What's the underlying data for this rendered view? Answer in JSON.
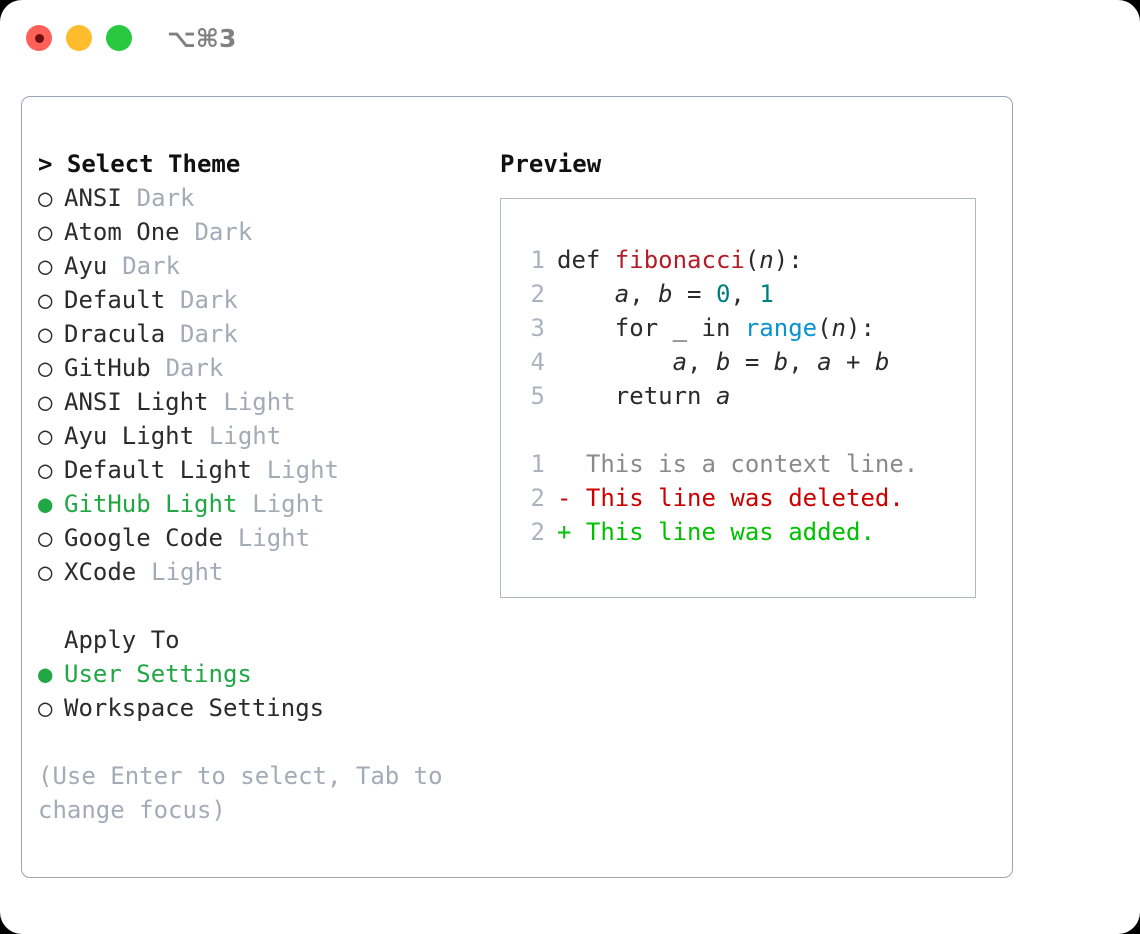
{
  "window": {
    "shortcut": "⌥⌘3",
    "traffic_lights": [
      {
        "name": "close",
        "color": "#ff6058"
      },
      {
        "name": "minimize",
        "color": "#ffbd2e"
      },
      {
        "name": "maximize",
        "color": "#28c840"
      }
    ]
  },
  "theme_picker": {
    "header": "> Select Theme",
    "caret": ">",
    "header_label": "Select Theme",
    "bullet_selected": "●",
    "bullet_unselected": "○",
    "accent_color": "#22a745",
    "muted_color": "#a3abb6",
    "options": [
      {
        "label": "ANSI",
        "kind": "Dark",
        "selected": false
      },
      {
        "label": "Atom One",
        "kind": "Dark",
        "selected": false
      },
      {
        "label": "Ayu",
        "kind": "Dark",
        "selected": false
      },
      {
        "label": "Default",
        "kind": "Dark",
        "selected": false
      },
      {
        "label": "Dracula",
        "kind": "Dark",
        "selected": false
      },
      {
        "label": "GitHub",
        "kind": "Dark",
        "selected": false
      },
      {
        "label": "ANSI Light",
        "kind": "Light",
        "selected": false
      },
      {
        "label": "Ayu Light",
        "kind": "Light",
        "selected": false
      },
      {
        "label": "Default Light",
        "kind": "Light",
        "selected": false
      },
      {
        "label": "GitHub Light",
        "kind": "Light",
        "selected": true
      },
      {
        "label": "Google Code",
        "kind": "Light",
        "selected": false
      },
      {
        "label": "XCode",
        "kind": "Light",
        "selected": false
      }
    ]
  },
  "apply_to": {
    "header": "Apply To",
    "options": [
      {
        "label": "User Settings",
        "selected": true
      },
      {
        "label": "Workspace Settings",
        "selected": false
      }
    ]
  },
  "hint": "(Use Enter to select, Tab to change focus)",
  "preview": {
    "title": "Preview",
    "code_lines": [
      {
        "number": "1",
        "tokens": [
          {
            "text": "def ",
            "type": "plain"
          },
          {
            "text": "fibonacci",
            "type": "fn"
          },
          {
            "text": "(",
            "type": "plain"
          },
          {
            "text": "n",
            "type": "var"
          },
          {
            "text": "):",
            "type": "plain"
          }
        ]
      },
      {
        "number": "2",
        "tokens": [
          {
            "text": "    ",
            "type": "plain"
          },
          {
            "text": "a",
            "type": "var"
          },
          {
            "text": ", ",
            "type": "plain"
          },
          {
            "text": "b",
            "type": "var"
          },
          {
            "text": " = ",
            "type": "plain"
          },
          {
            "text": "0",
            "type": "num"
          },
          {
            "text": ", ",
            "type": "plain"
          },
          {
            "text": "1",
            "type": "num"
          }
        ]
      },
      {
        "number": "3",
        "tokens": [
          {
            "text": "    for ",
            "type": "plain"
          },
          {
            "text": "_",
            "type": "var"
          },
          {
            "text": " in ",
            "type": "plain"
          },
          {
            "text": "range",
            "type": "builtin"
          },
          {
            "text": "(",
            "type": "plain"
          },
          {
            "text": "n",
            "type": "var"
          },
          {
            "text": "):",
            "type": "plain"
          }
        ]
      },
      {
        "number": "4",
        "tokens": [
          {
            "text": "        ",
            "type": "plain"
          },
          {
            "text": "a",
            "type": "var"
          },
          {
            "text": ", ",
            "type": "plain"
          },
          {
            "text": "b",
            "type": "var"
          },
          {
            "text": " = ",
            "type": "plain"
          },
          {
            "text": "b",
            "type": "var"
          },
          {
            "text": ", ",
            "type": "plain"
          },
          {
            "text": "a",
            "type": "var"
          },
          {
            "text": " + ",
            "type": "plain"
          },
          {
            "text": "b",
            "type": "var"
          }
        ]
      },
      {
        "number": "5",
        "tokens": [
          {
            "text": "    return ",
            "type": "plain"
          },
          {
            "text": "a",
            "type": "var"
          }
        ]
      }
    ],
    "diff_lines": [
      {
        "number": "1",
        "marker": " ",
        "text": "This is a context line.",
        "type": "context"
      },
      {
        "number": "2",
        "marker": "-",
        "text": "This line was deleted.",
        "type": "deleted"
      },
      {
        "number": "2",
        "marker": "+",
        "text": "This line was added.",
        "type": "added"
      }
    ]
  }
}
